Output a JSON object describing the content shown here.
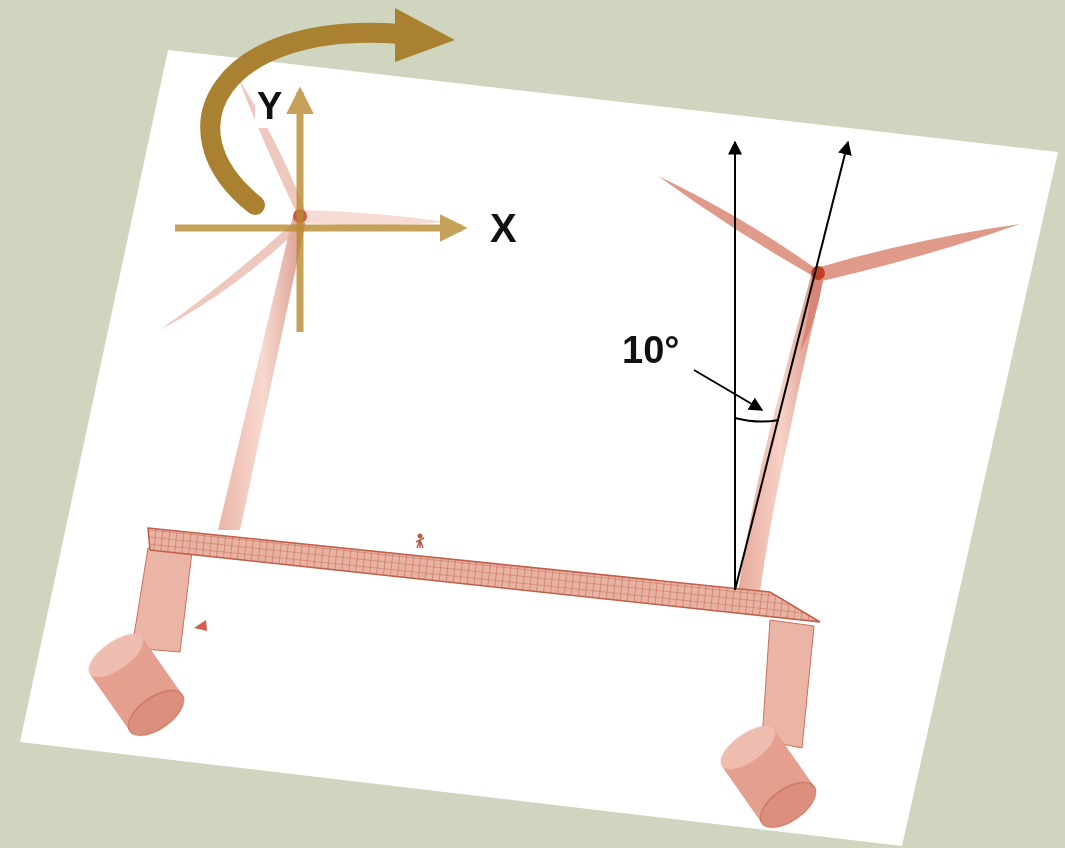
{
  "diagram": {
    "labels": [
      "Y",
      "X",
      "10°"
    ]
  }
}
